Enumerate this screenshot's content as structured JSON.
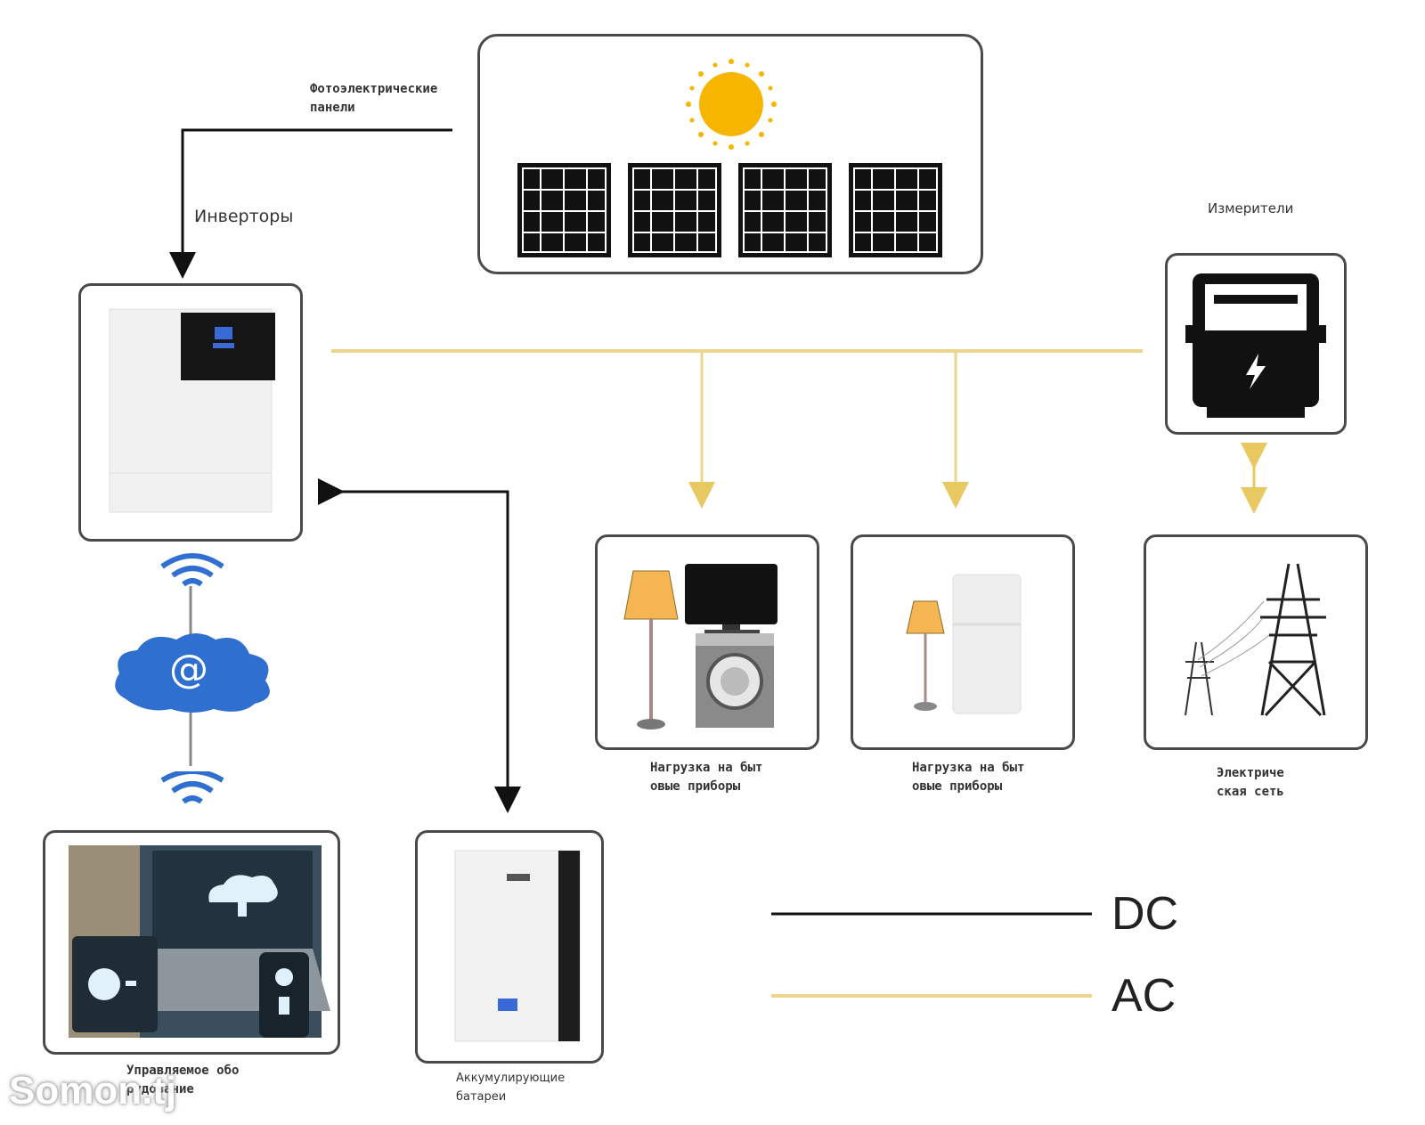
{
  "labels": {
    "pv_panels": "Фотоэлектрические\nпанели",
    "inverters": "Инверторы",
    "meters": "Измерители",
    "load_1": "Нагрузка на быт\nовые приборы",
    "load_2": "Нагрузка на быт\nовые приборы",
    "grid": "Электриче\nская сеть",
    "managed_equipment": "Управляемое обо\nрудование",
    "batteries": "Аккумулирующие\nбатареи"
  },
  "legend": {
    "dc": "DC",
    "ac": "AC"
  },
  "watermark": "Somon.tj",
  "icons": {
    "cloud_symbol": "@",
    "lightning": "⚡"
  },
  "colors": {
    "dc_line": "#111111",
    "ac_line": "#e8d080",
    "sun": "#f7b500",
    "cloud": "#2f6fd0"
  }
}
